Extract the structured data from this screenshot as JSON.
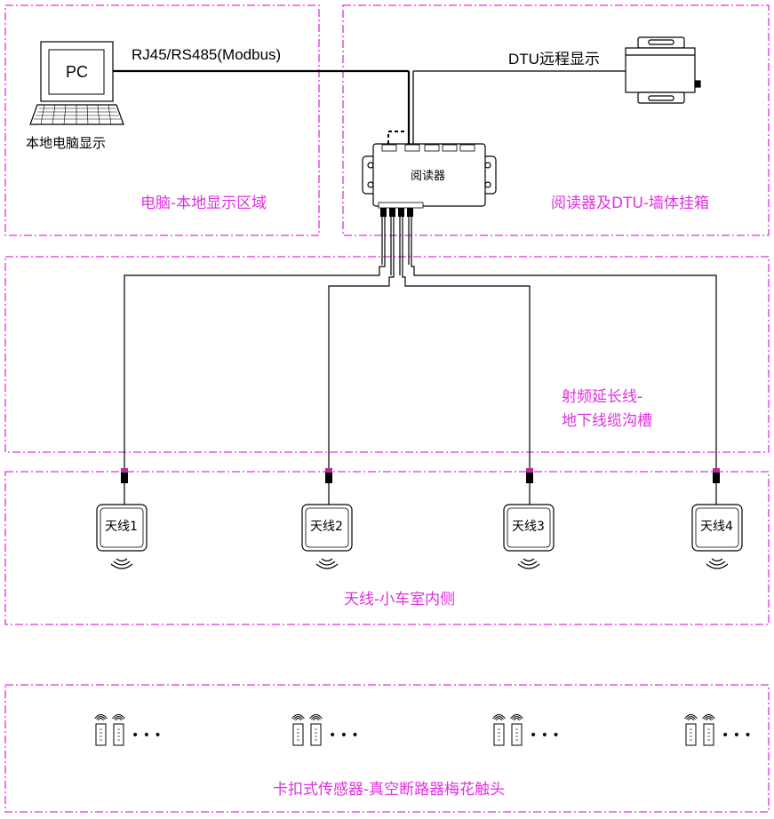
{
  "colors": {
    "zone_border": "#e030e0",
    "zone_label": "#e030e0",
    "line": "#000000",
    "connector_accent": "#b0309a"
  },
  "zones": {
    "pc_area": "电脑-本地显示区域",
    "reader_area": "阅读器及DTU-墙体挂箱",
    "cable_area_line1": "射频延长线-",
    "cable_area_line2": "地下线缆沟槽",
    "antenna_area": "天线-小车室内侧",
    "sensor_area": "卡扣式传感器-真空断路器梅花触头"
  },
  "pc": {
    "screen_label": "PC",
    "caption": "本地电脑显示"
  },
  "link_label": "RJ45/RS485(Modbus)",
  "dtu_label": "DTU远程显示",
  "reader_label": "阅读器",
  "antennas": [
    "天线1",
    "天线2",
    "天线3",
    "天线4"
  ],
  "sensor_ellipsis": "• • •",
  "icons": {
    "pc": "desktop-computer-icon",
    "dtu": "dtu-device-icon",
    "reader": "rfid-reader-icon",
    "antenna_waves": "wireless-waves-icon",
    "tag": "sensor-tag-icon"
  }
}
